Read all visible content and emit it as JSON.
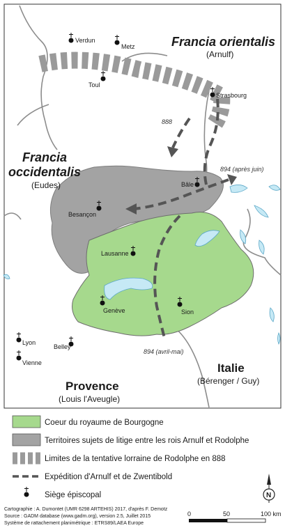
{
  "regions": {
    "francia_orientalis": {
      "name": "Francia orientalis",
      "ruler": "(Arnulf)"
    },
    "francia_occidentalis": {
      "name_line1": "Francia",
      "name_line2": "occidentalis",
      "ruler": "(Eudes)"
    },
    "italie": {
      "name": "Italie",
      "ruler": "(Bérenger / Guy)"
    },
    "provence": {
      "name": "Provence",
      "ruler": "(Louis l'Aveugle)"
    }
  },
  "cities": [
    "Verdun",
    "Metz",
    "Toul",
    "Strasbourg",
    "Bâle",
    "Besançon",
    "Lausanne",
    "Genève",
    "Sion",
    "Lyon",
    "Vienne",
    "Belley"
  ],
  "routes": {
    "r888": "888",
    "r894_juin": "894 (après juin)",
    "r894_avril": "894 (avril-mai)"
  },
  "legend": {
    "item1": "Coeur du royaume de Bourgogne",
    "item2": "Territoires sujets de litige entre les rois Arnulf et Rodolphe",
    "item3": "Limites de la tentative lorraine de Rodolphe en 888",
    "item4": "Expédition d'Arnulf et de Zwentibold",
    "item5": "Siège épiscopal"
  },
  "credits": {
    "line1": "Cartographie : A. Dumontet (UMR 6298 ARTEHIS) 2017, d'après F. Demotz",
    "line2": "Source : GADM database (www.gadm.org), version 2.5, Juillet 2015",
    "line3": "Système de rattachement planimétrique : ETRS89/LAEA Europe"
  },
  "scale": {
    "t0": "0",
    "t50": "50",
    "t100": "100 km"
  },
  "north_label": "N",
  "colors": {
    "burgundy": "#a6d98d",
    "disputed": "#a3a3a3",
    "lake": "#c6e9f5",
    "border": "#8c8c8c",
    "route": "#555555"
  }
}
